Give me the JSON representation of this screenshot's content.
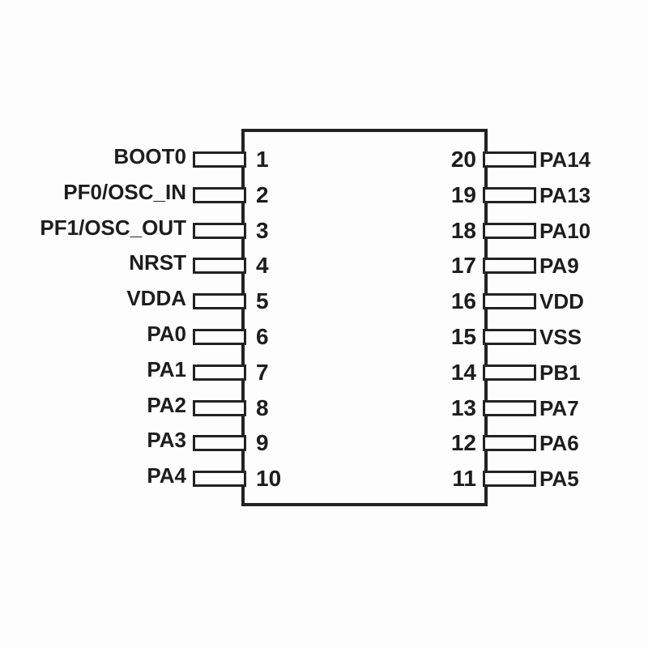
{
  "colors": {
    "background": "#fdfdfd",
    "line": "#222222",
    "text": "#1d1d1d"
  },
  "chip": {
    "left_pins": [
      {
        "number": "1",
        "label": "BOOT0"
      },
      {
        "number": "2",
        "label": "PF0/OSC_IN"
      },
      {
        "number": "3",
        "label": "PF1/OSC_OUT"
      },
      {
        "number": "4",
        "label": "NRST"
      },
      {
        "number": "5",
        "label": "VDDA"
      },
      {
        "number": "6",
        "label": "PA0"
      },
      {
        "number": "7",
        "label": "PA1"
      },
      {
        "number": "8",
        "label": "PA2"
      },
      {
        "number": "9",
        "label": "PA3"
      },
      {
        "number": "10",
        "label": "PA4"
      }
    ],
    "right_pins": [
      {
        "number": "20",
        "label": "PA14"
      },
      {
        "number": "19",
        "label": "PA13"
      },
      {
        "number": "18",
        "label": "PA10"
      },
      {
        "number": "17",
        "label": "PA9"
      },
      {
        "number": "16",
        "label": "VDD"
      },
      {
        "number": "15",
        "label": "VSS"
      },
      {
        "number": "14",
        "label": "PB1"
      },
      {
        "number": "13",
        "label": "PA7"
      },
      {
        "number": "12",
        "label": "PA6"
      },
      {
        "number": "11",
        "label": "PA5"
      }
    ]
  }
}
